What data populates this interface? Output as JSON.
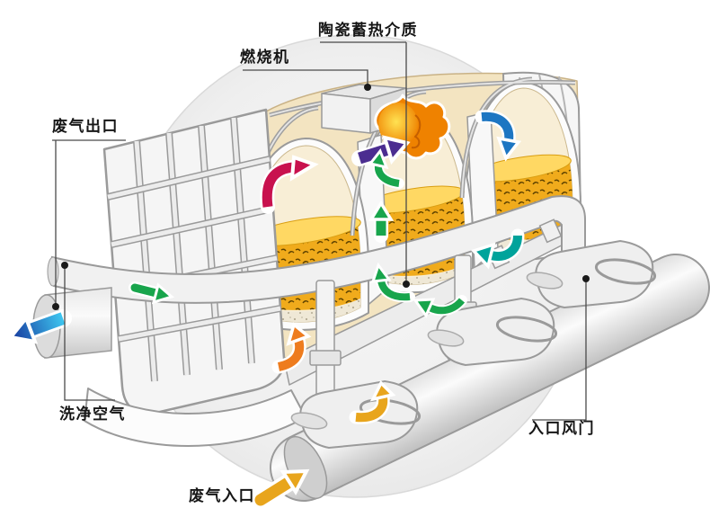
{
  "labels": {
    "waste_gas_outlet": "废气出口",
    "burner": "燃烧机",
    "ceramic_heat_storage_media": "陶瓷蓄热介质",
    "clean_air": "洗净空气",
    "inlet_damper": "入口风门",
    "waste_gas_inlet": "废气入口"
  },
  "colors": {
    "background_circle_inner": "#f6f6f6",
    "background_circle_edge": "#e7e7e7",
    "interior_cream": "#f3e4c1",
    "chamber_inner": "#f8eed6",
    "ceramic_yellow": "#f0ab1c",
    "ceramic_top": "#ffd863",
    "speckle_layer": "#efe8d6",
    "flame_core": "#ffe252",
    "flame_outer": "#ef8200",
    "arrow_red": "#c8114e",
    "arrow_purple": "#4b2d90",
    "arrow_green": "#18a54c",
    "arrow_blue": "#1d76c2",
    "arrow_teal": "#00a39b",
    "arrow_orange": "#ee7c1e",
    "arrow_gold": "#e8a51d",
    "clean_air_gradient_start": "#3ec6f0",
    "clean_air_gradient_end": "#16379d",
    "leader_line": "#4a4a4a",
    "label_text": "#161616"
  },
  "flow_arrows": [
    {
      "name": "clean-air-outflow-arrow",
      "direction": "out-left",
      "color_key": "clean_air_gradient"
    },
    {
      "name": "duct-flow-arrow",
      "direction": "right",
      "color_key": "arrow_green"
    },
    {
      "name": "chamber1-up-arrow",
      "direction": "up-right",
      "color_key": "arrow_red"
    },
    {
      "name": "combustion-chamber-arrow",
      "direction": "right-toward-flame",
      "color_key": "arrow_purple"
    },
    {
      "name": "chamber2-rise-arrows",
      "direction": "up",
      "color_key": "arrow_green"
    },
    {
      "name": "chamber3-down-arrow",
      "direction": "down",
      "color_key": "arrow_blue"
    },
    {
      "name": "chamber3-bottom-arrow",
      "direction": "left",
      "color_key": "arrow_teal"
    },
    {
      "name": "chamber1-bottom-arrow",
      "direction": "up",
      "color_key": "arrow_orange"
    },
    {
      "name": "valve-bypass-arrow",
      "direction": "up-right",
      "color_key": "arrow_gold"
    },
    {
      "name": "waste-gas-inflow-arrow",
      "direction": "into-pipe",
      "color_key": "arrow_gold"
    }
  ]
}
